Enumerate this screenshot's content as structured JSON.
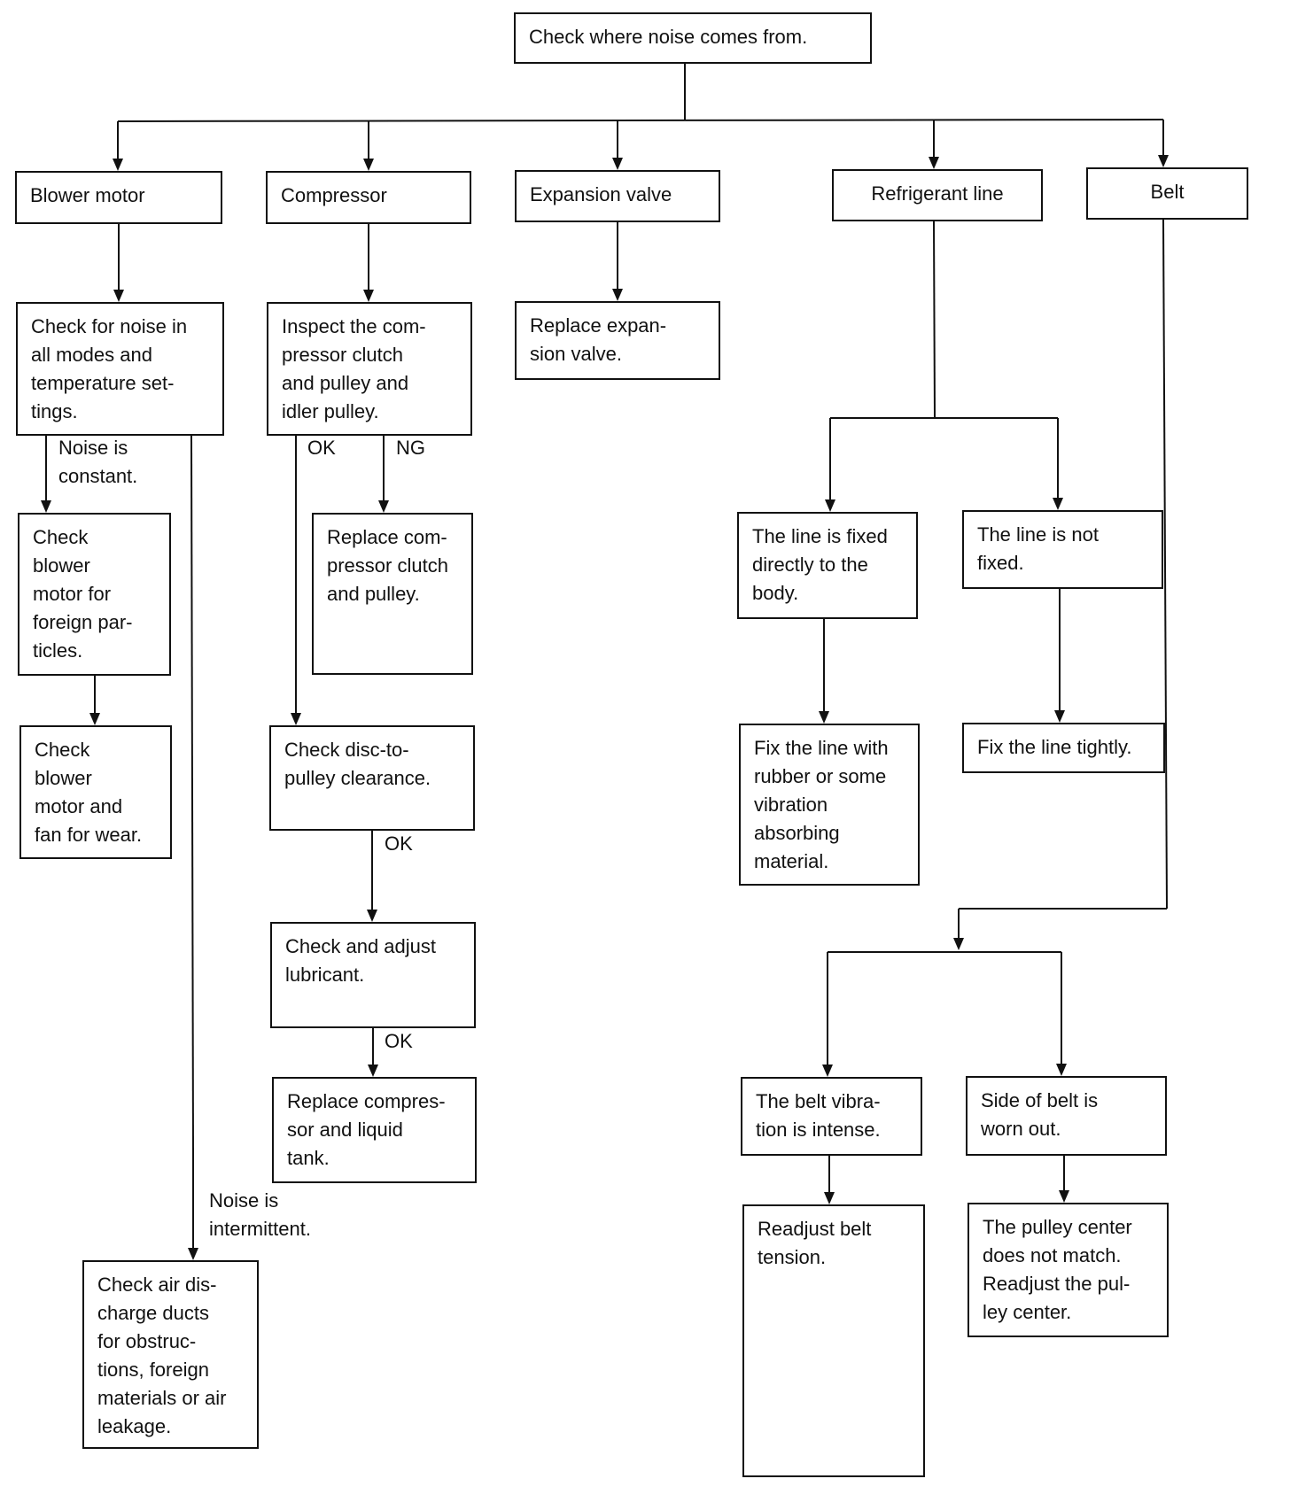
{
  "nodes": {
    "start": "Check where noise comes from.",
    "blower_motor": "Blower motor",
    "compressor": "Compressor",
    "expansion_valve": "Expansion valve",
    "refrigerant_line": "Refrigerant line",
    "belt": "Belt",
    "check_noise_modes": "Check for noise in\nall modes and\ntemperature set-\ntings.",
    "check_blower_particles": "Check\nblower\nmotor for\nforeign par-\nticles.",
    "check_blower_fan_wear": "Check\nblower\nmotor and\nfan for wear.",
    "check_air_ducts": "Check air dis-\ncharge ducts\nfor obstruc-\ntions, foreign\nmaterials or air\nleakage.",
    "inspect_clutch": "Inspect the com-\npressor clutch\nand pulley and\nidler pulley.",
    "replace_clutch": "Replace com-\npressor clutch\nand pulley.",
    "check_disc_clearance": "Check disc-to-\npulley clearance.",
    "check_lubricant": "Check and adjust\nlubricant.",
    "replace_compressor": "Replace compres-\nsor and liquid\ntank.",
    "replace_expansion_valve": "Replace expan-\nsion valve.",
    "line_fixed": "The line is fixed\ndirectly to the\nbody.",
    "line_not_fixed": "The line is not\nfixed.",
    "fix_line_rubber": "Fix the line with\nrubber or some\nvibration\nabsorbing\nmaterial.",
    "fix_line_tightly": "Fix the line tightly.",
    "belt_vibration": "The belt vibra-\ntion is intense.",
    "belt_side_worn": "Side of belt is\nworn out.",
    "readjust_tension": "Readjust belt\ntension.",
    "pulley_center": "The pulley center\ndoes not match.\nReadjust the pul-\nley center."
  },
  "edge_labels": {
    "noise_constant": "Noise is\nconstant.",
    "noise_intermittent": "Noise is\nintermittent.",
    "ok_clutch": "OK",
    "ng_clutch": "NG",
    "ok_disc": "OK",
    "ok_lubricant": "OK"
  }
}
